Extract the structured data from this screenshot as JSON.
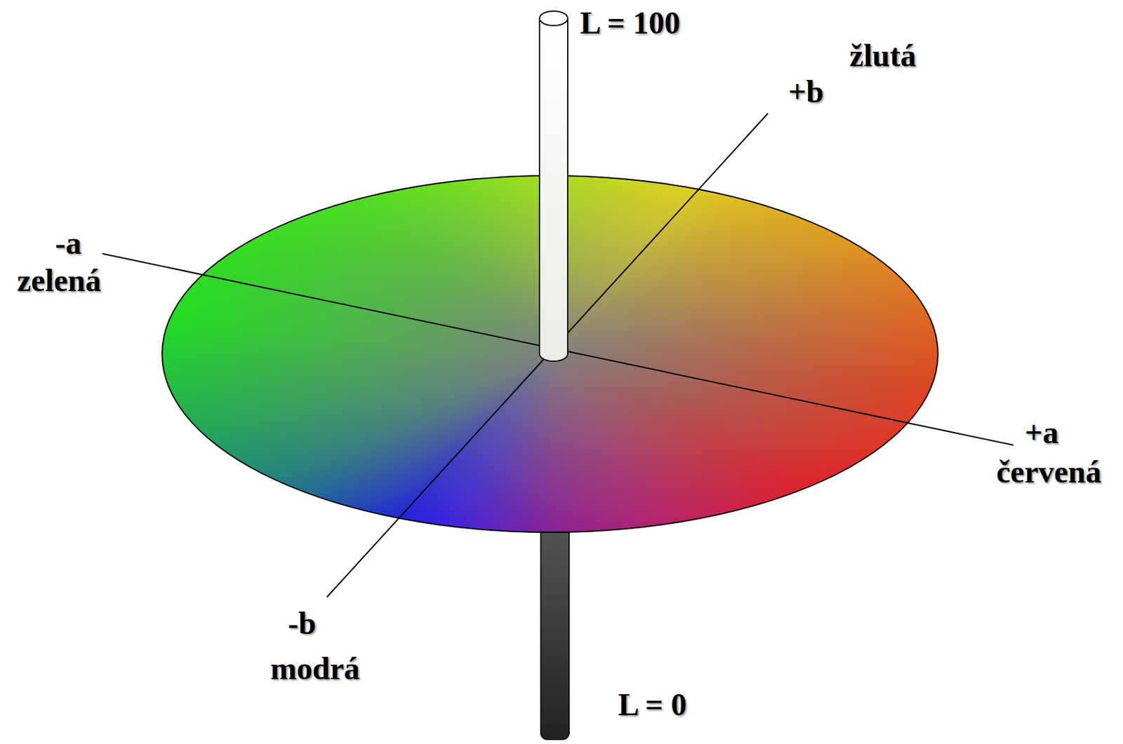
{
  "diagram": {
    "labels": [
      "L = 100",
      "žlutá",
      "+b",
      "-a",
      "zelená",
      "+a",
      "červená",
      "-b",
      "modrá",
      "L = 0"
    ]
  }
}
